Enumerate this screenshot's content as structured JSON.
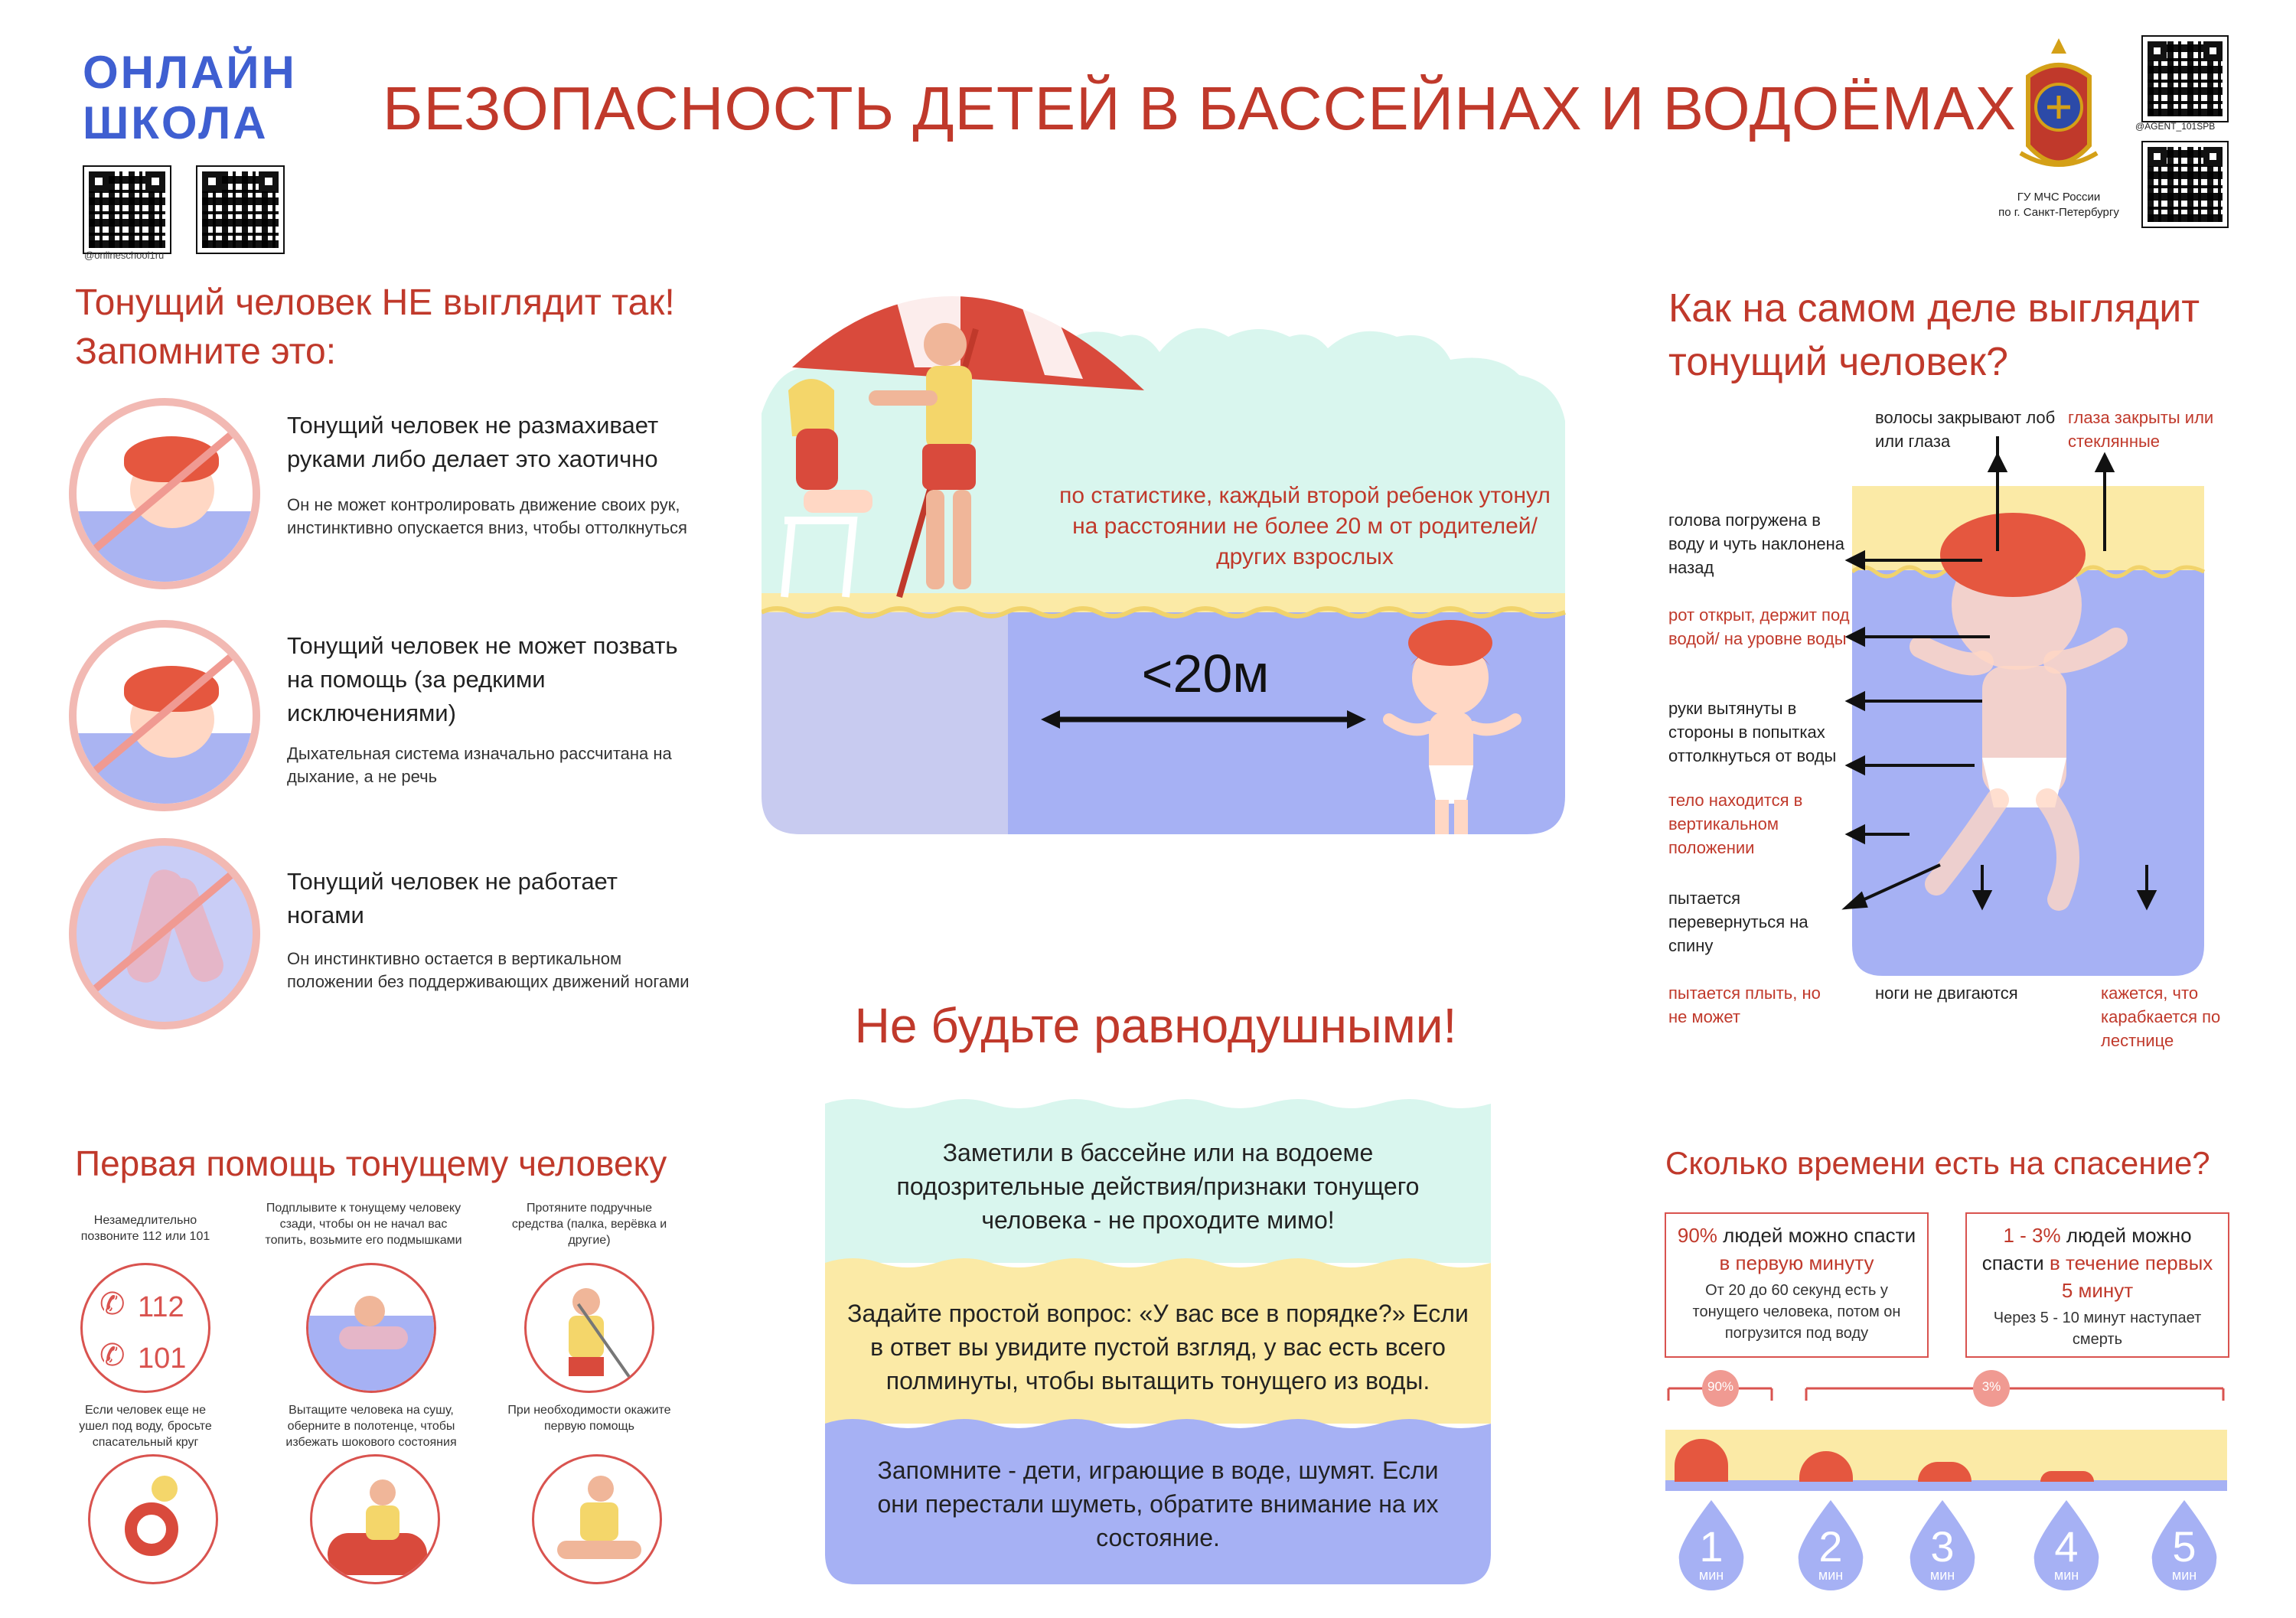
{
  "header": {
    "brand_line1": "ОНЛАЙН",
    "brand_line2": "ШКОЛА",
    "brand_handle": "@onlineschool1ru",
    "title": "БЕЗОПАСНОСТЬ ДЕТЕЙ В БАССЕЙНАХ И ВОДОЁМАХ",
    "org_line1": "ГУ МЧС России",
    "org_line2": "по г. Санкт-Петербургу",
    "org_handle": "@AGENT_101SPB"
  },
  "not_like": {
    "title_line1": "Тонущий человек НЕ выглядит так!",
    "title_line2": "Запомните это:",
    "items": [
      {
        "main": "Тонущий человек не размахивает руками либо делает это хаотично",
        "sub": "Он не может контролировать движение своих рук, инстинктивно опускается вниз, чтобы оттолкнуться"
      },
      {
        "main": "Тонущий человек не может позвать на помощь (за редкими исключениями)",
        "sub": "Дыхательная система изначально рассчитана на дыхание, а не речь"
      },
      {
        "main": "Тонущий человек не работает ногами",
        "sub": "Он инстинктивно остается в вертикальном положении без поддерживающих движений ногами"
      }
    ]
  },
  "scene": {
    "statistic": "по статистике, каждый второй ребенок утонул на расстоянии не более 20 м от родителей/других взрослых",
    "distance": "<20м"
  },
  "really": {
    "title_line1": "Как на самом деле выглядит",
    "title_line2": "тонущий человек?",
    "labels": {
      "hair": "волосы закрывают лоб или глаза",
      "eyes": "глаза закрыты или стеклянные",
      "head": "голова погружена в воду и чуть наклонена назад",
      "mouth": "рот открыт, держит под водой/ на уровне воды",
      "arms": "руки вытянуты в стороны в попытках оттолкнуться от воды",
      "body": "тело находится в вертикальном положении",
      "turn": "пытается перевернуться на спину",
      "swim": "пытается плыть, но не может",
      "legs": "ноги не двигаются",
      "ladder": "кажется, что карабкается по лестнице"
    }
  },
  "indifferent": {
    "title": "Не будьте равнодушными!",
    "band1": "Заметили в бассейне или на водоеме подозрительные действия/признаки тонущего человека - не проходите мимо!",
    "band2": "Задайте простой вопрос: «У вас все в порядке?» Если в ответ вы увидите пустой взгляд, у вас есть всего полминуты, чтобы вытащить тонущего из воды.",
    "band3": "Запомните - дети, играющие в воде, шумят. Если они перестали шуметь, обратите внимание на их состояние."
  },
  "first_aid": {
    "title": "Первая помощь тонущему человеку",
    "steps": [
      "Незамедлительно позвоните 112 или 101",
      "Подплывите к тонущему человеку сзади, чтобы он не начал вас топить, возьмите его подмышками",
      "Протяните подручные средства (палка, верёвка и другие)",
      "Если человек еще не ушел под воду, бросьте спасательный круг",
      "Вытащите человека на сушу, оберните в полотенце, чтобы избежать шокового состояния",
      "При необходимости окажите первую помощь"
    ],
    "phone1": "112",
    "phone2": "101"
  },
  "time": {
    "title": "Сколько времени есть на спасение?",
    "box1": {
      "pct": "90%",
      "main": "людей можно спасти",
      "accent": "в первую минуту",
      "sub": "От 20 до 60 секунд есть у тонущего человека, потом он погрузится под воду"
    },
    "box2": {
      "pct": "1 - 3%",
      "main": "людей можно спасти",
      "accent": "в течение первых 5 минут",
      "sub": "Через 5 - 10 минут наступает смерть"
    },
    "marker1": "90%",
    "marker2": "3%",
    "minutes": [
      "1",
      "2",
      "3",
      "4",
      "5"
    ],
    "unit": "мин"
  },
  "colors": {
    "accent": "#c0392b",
    "brand": "#3f5fd1",
    "water": "#a6b1f4",
    "mint": "#d9f6ee",
    "sand": "#fbeaa6"
  }
}
